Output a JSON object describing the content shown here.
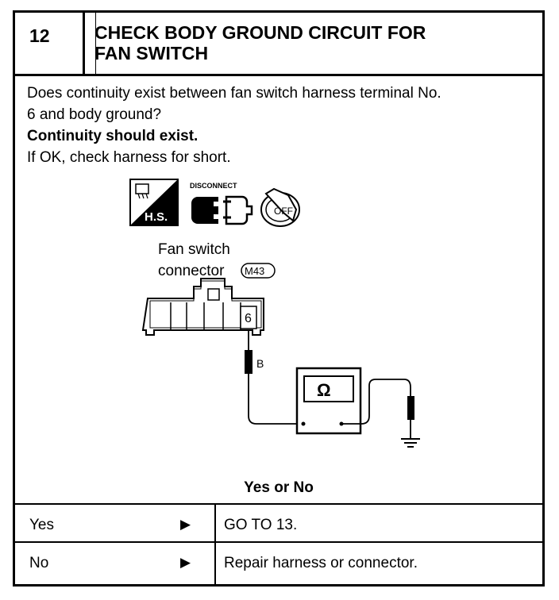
{
  "header": {
    "step_number": "12",
    "title_line1": "CHECK BODY GROUND CIRCUIT FOR",
    "title_line2": "FAN SWITCH"
  },
  "body": {
    "line1": "Does continuity exist between fan switch harness terminal No.",
    "line2": "6 and body ground?",
    "line3": "Continuity should exist.",
    "line4": "If OK, check harness for short."
  },
  "diagram": {
    "hs_badge": "H.S.",
    "disconnect_label": "DISCONNECT",
    "off_label": "OFF",
    "connector_label_line1": "Fan switch",
    "connector_label_line2": "connector",
    "connector_id": "M43",
    "terminal_number": "6",
    "wire_color": "B",
    "meter_symbol": "Ω"
  },
  "question": "Yes or No",
  "results": [
    {
      "answer": "Yes",
      "arrow": "▶",
      "action": "GO TO 13."
    },
    {
      "answer": "No",
      "arrow": "▶",
      "action": "Repair harness or connector."
    }
  ]
}
